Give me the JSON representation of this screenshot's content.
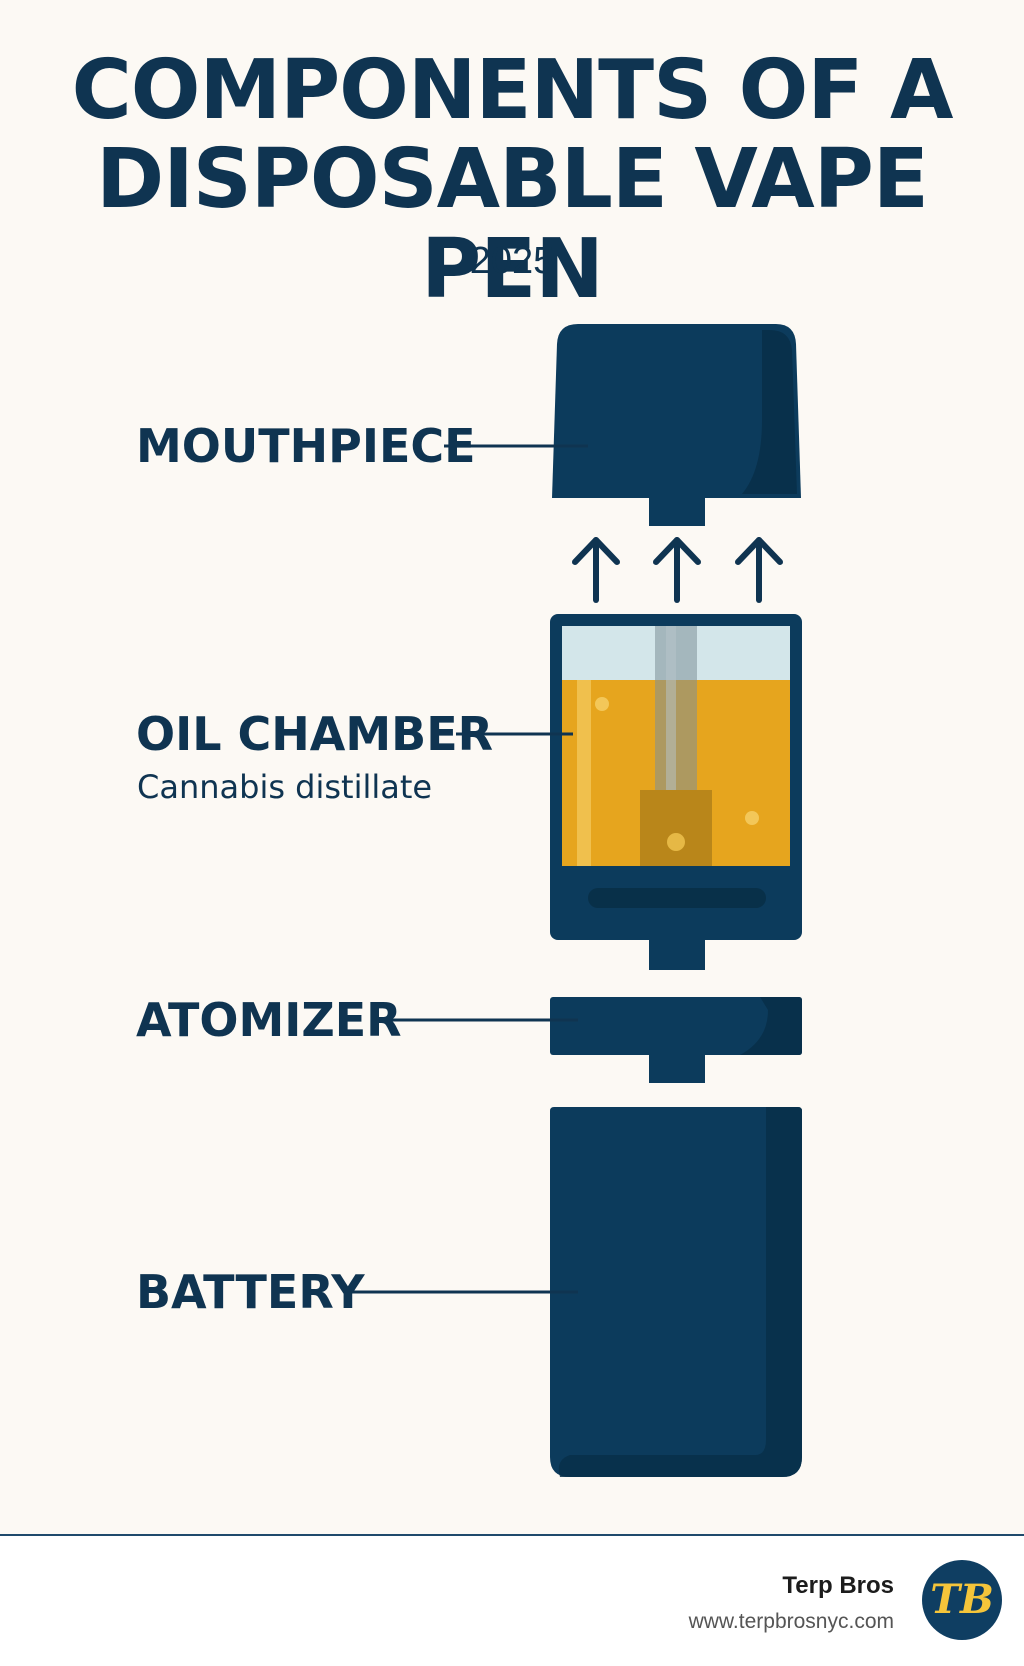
{
  "title": {
    "line1": "COMPONENTS OF A",
    "line2": "DISPOSABLE VAPE PEN"
  },
  "subtitle": "2025",
  "components": {
    "mouthpiece": {
      "label": "MOUTHPIECE"
    },
    "oil_chamber": {
      "label": "OIL CHAMBER",
      "sublabel": "Cannabis distillate"
    },
    "atomizer": {
      "label": "ATOMIZER"
    },
    "battery": {
      "label": "BATTERY"
    }
  },
  "footer": {
    "brand": "Terp Bros",
    "url": "www.terpbrosnyc.com",
    "logo_text": "TB"
  },
  "colors": {
    "navy": "#0f3451",
    "device": "#0c3b5c",
    "oil": "#e6a51e",
    "air": "#d3e6ea",
    "logo_gold": "#f5c53a",
    "background": "#fcf9f4"
  },
  "icons": {
    "arrows": "up-arrow-icon",
    "logo": "terp-bros-logo"
  }
}
